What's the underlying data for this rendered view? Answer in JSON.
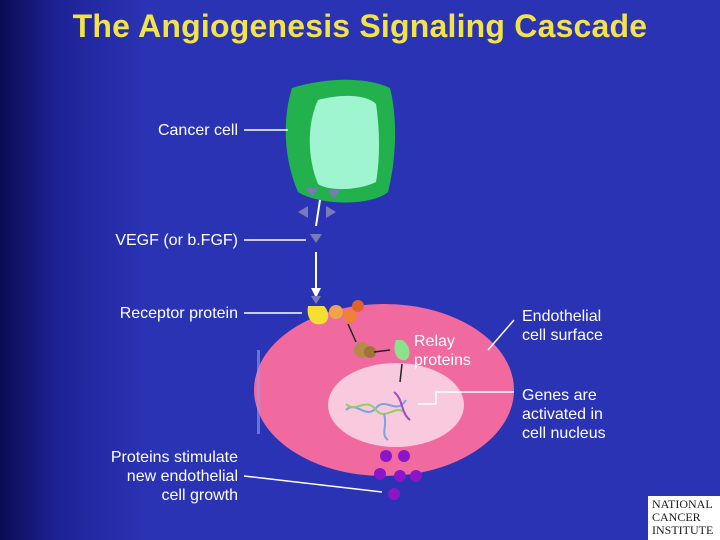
{
  "title": "The Angiogenesis Signaling Cascade",
  "labels": {
    "cancer_cell": "Cancer cell",
    "vegf": "VEGF (or b.FGF)",
    "receptor": "Receptor protein",
    "relay_line1": "Relay",
    "relay_line2": "proteins",
    "endothelial_line1": "Endothelial",
    "endothelial_line2": "cell surface",
    "genes_line1": "Genes are",
    "genes_line2": "activated in",
    "genes_line3": "cell nucleus",
    "proteins_line1": "Proteins stimulate",
    "proteins_line2": "new endothelial",
    "proteins_line3": "cell growth"
  },
  "logo": {
    "line1": "NATIONAL",
    "line2": "CANCER",
    "line3": "INSTITUTE"
  },
  "colors": {
    "background": "#2a33b4",
    "title": "#f3e34a",
    "cancer_cell_outer": "#22b14c",
    "cancer_cell_inner": "#9ff5cf",
    "endothelial_cell": "#f06aa0",
    "nucleus": "#f9c9de",
    "vegf": "#7a7ab8",
    "growth_proteins": "#8a16c8"
  }
}
